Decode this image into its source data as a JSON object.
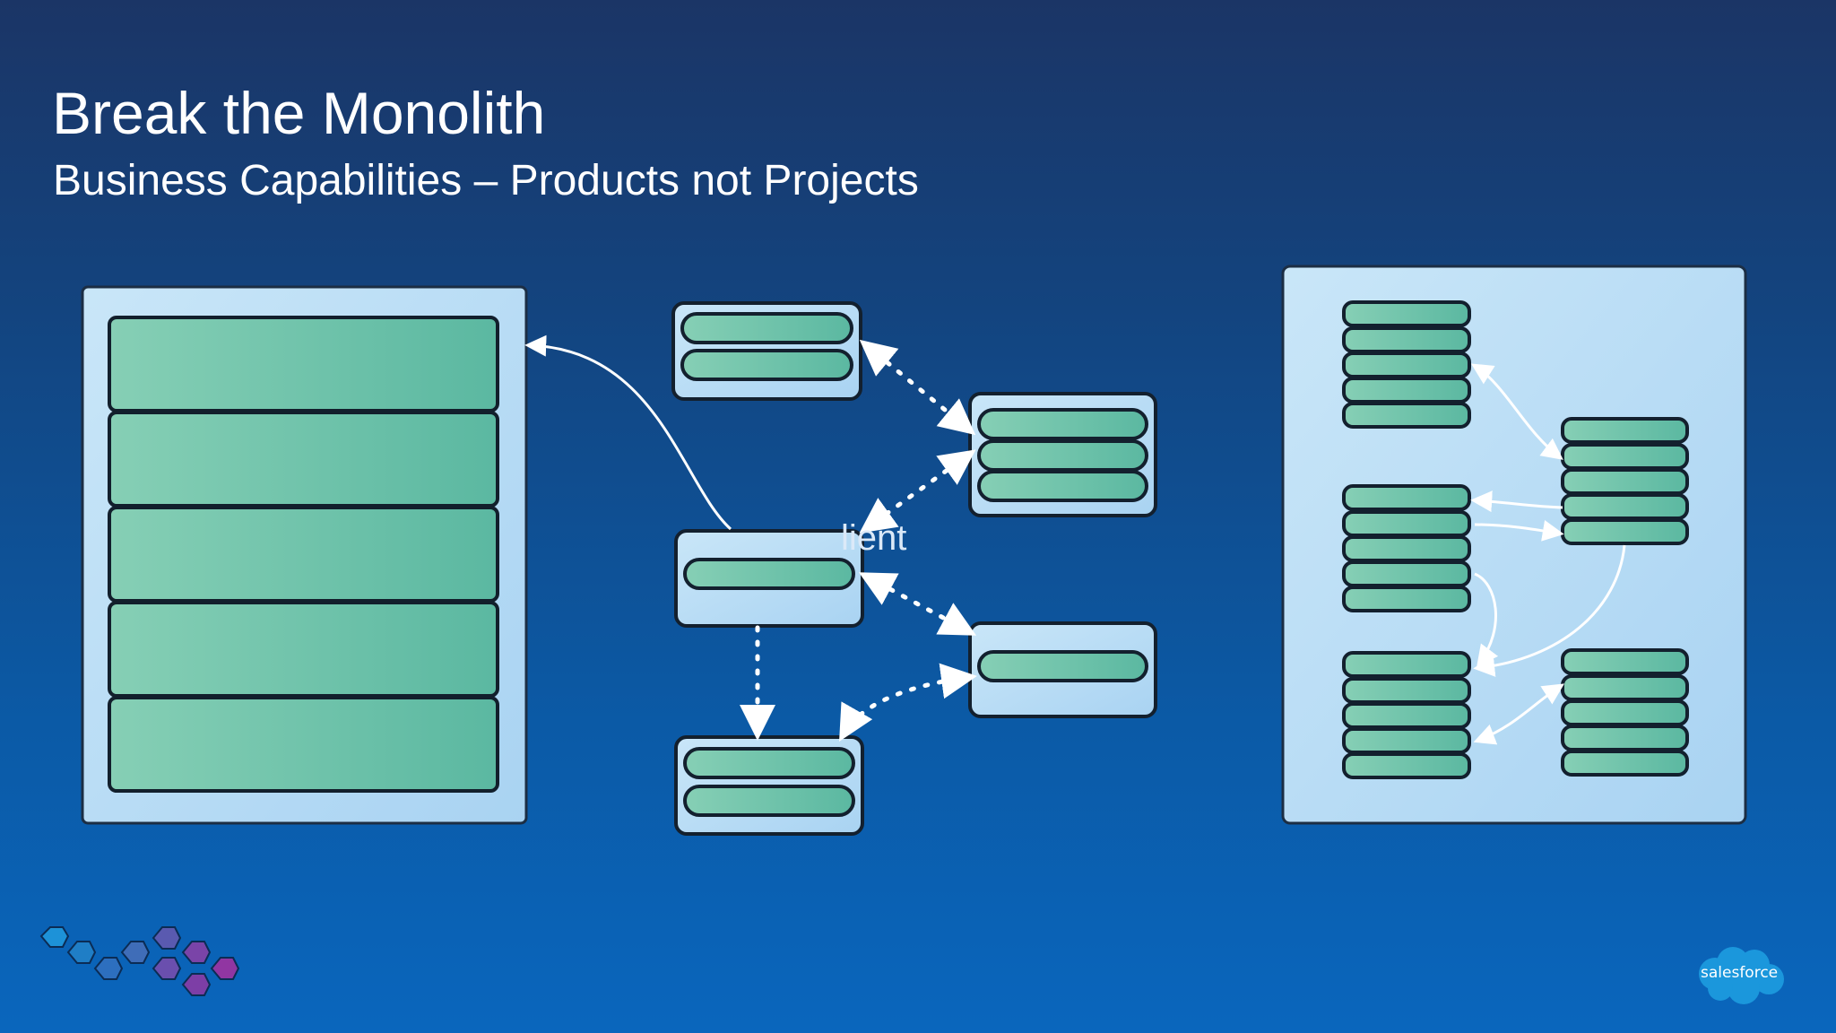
{
  "slide": {
    "title": "Break the Monolith",
    "subtitle": "Business Capabilities – Products not Projects",
    "fragment_label": "lient",
    "brand": "salesforce"
  },
  "colors": {
    "background_top": "#1b3566",
    "background_bottom": "#0a66bd",
    "container_fill": "#b9dcf4",
    "module_fill": "#6cc1a9",
    "module_border": "#152a3a",
    "arrow": "#ffffff"
  },
  "diagram": {
    "stages": [
      {
        "name": "monolith",
        "module_count": 5
      },
      {
        "name": "services",
        "service_module_counts": [
          2,
          3,
          1,
          1,
          2
        ]
      },
      {
        "name": "service-platform",
        "group_module_counts": [
          5,
          5,
          5,
          5,
          5
        ]
      }
    ]
  },
  "icons": [
    "hexagon-cluster-logo",
    "salesforce-cloud-logo"
  ]
}
